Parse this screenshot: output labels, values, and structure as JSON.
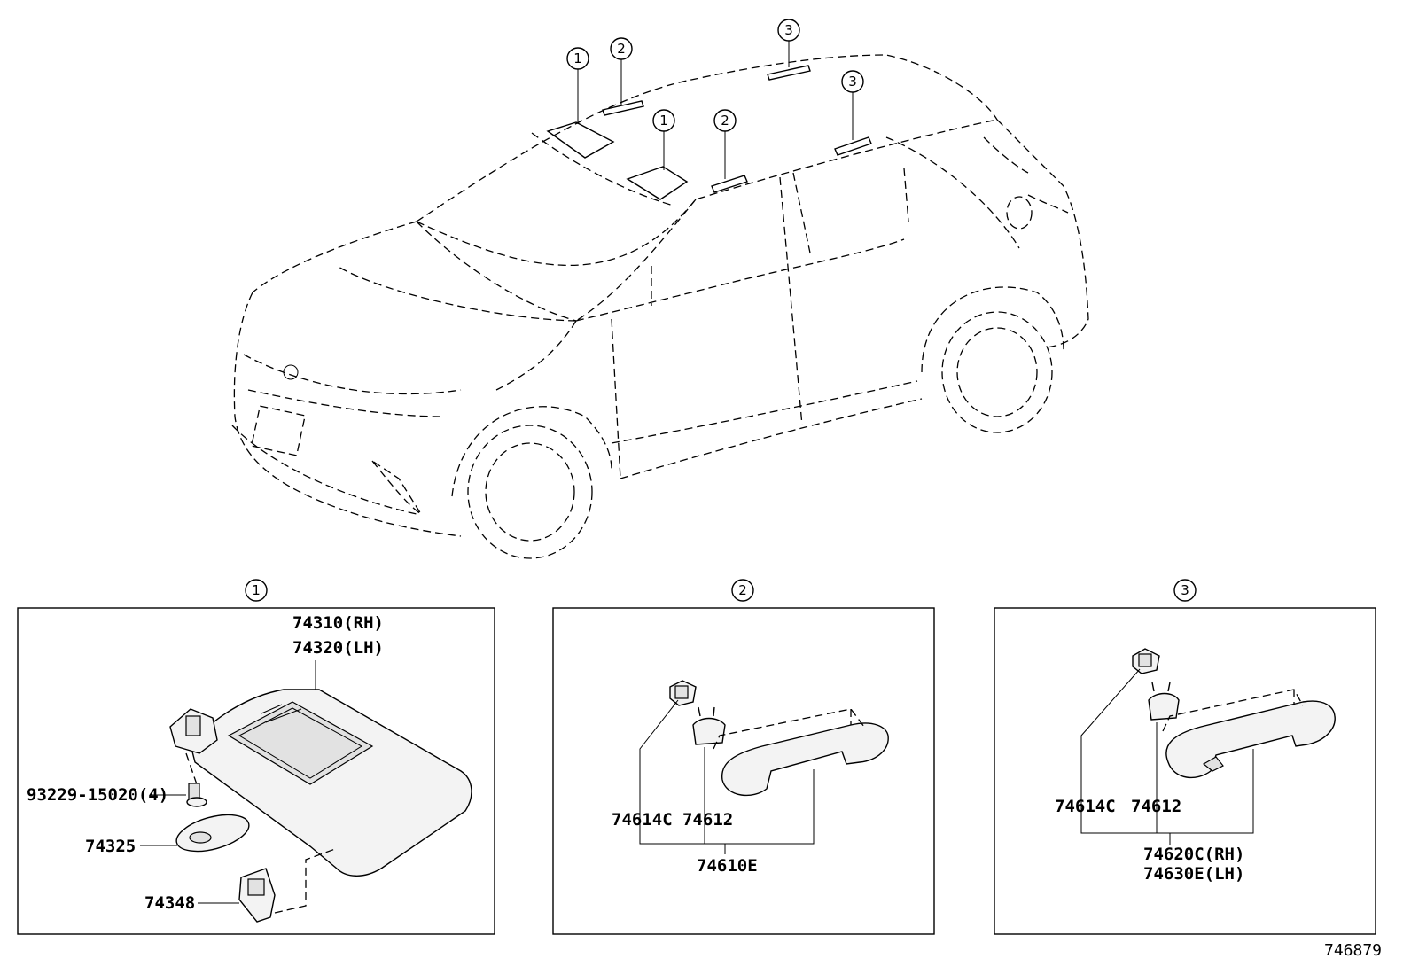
{
  "car_callouts": [
    {
      "id": "c1a",
      "num": "1"
    },
    {
      "id": "c2a",
      "num": "2"
    },
    {
      "id": "c1b",
      "num": "1"
    },
    {
      "id": "c2b",
      "num": "2"
    },
    {
      "id": "c3a",
      "num": "3"
    },
    {
      "id": "c3b",
      "num": "3"
    }
  ],
  "panels": {
    "p1": {
      "num": "1",
      "parts": [
        "74310(RH)",
        "74320(LH)",
        "93229-15020(4)",
        "74325",
        "74348"
      ]
    },
    "p2": {
      "num": "2",
      "parts": [
        "74614C",
        "74612",
        "74610E"
      ]
    },
    "p3": {
      "num": "3",
      "parts": [
        "74614C",
        "74612",
        "74620C(RH)",
        "74630E(LH)"
      ]
    }
  },
  "figure_id": "746879"
}
